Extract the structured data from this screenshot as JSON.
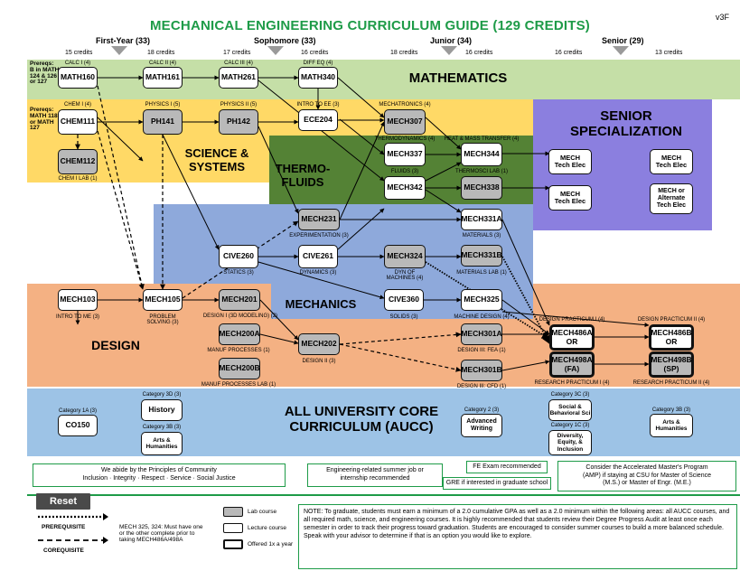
{
  "title": "MECHANICAL ENGINEERING CURRICULUM GUIDE (129 CREDITS)",
  "version": "v3F",
  "years": [
    {
      "label": "First-Year (33)"
    },
    {
      "label": "Sophomore (33)"
    },
    {
      "label": "Junior (34)"
    },
    {
      "label": "Senior (29)"
    }
  ],
  "semester_credits": [
    "15 credits",
    "18 credits",
    "17 credits",
    "16 credits",
    "18 credits",
    "16 credits",
    "16 credits",
    "13 credits"
  ],
  "areas": {
    "mathematics": "MATHEMATICS",
    "science": "SCIENCE &\nSYSTEMS",
    "thermo": "THERMO-\nFLUIDS",
    "mechanics": "MECHANICS",
    "design": "DESIGN",
    "senior": "SENIOR\nSPECIALIZATION",
    "aucc": "ALL UNIVERSITY CORE\nCURRICULUM (AUCC)"
  },
  "prereq_notes": {
    "math": "Prereqs:\nB in MATH\n124 & 126\nor 127",
    "chem": "Prereqs:\nMATH 118\nor MATH\n127"
  },
  "courses": {
    "math160": {
      "code": "MATH160",
      "caption": "CALC I (4)"
    },
    "math161": {
      "code": "MATH161",
      "caption": "CALC II (4)"
    },
    "math261": {
      "code": "MATH261",
      "caption": "CALC III (4)"
    },
    "math340": {
      "code": "MATH340",
      "caption": "DIFF EQ (4)"
    },
    "chem111": {
      "code": "CHEM111",
      "caption": "CHEM I (4)"
    },
    "chem112": {
      "code": "CHEM112",
      "caption": "CHEM I LAB (1)"
    },
    "ph141": {
      "code": "PH141",
      "caption": "PHYSICS I (5)"
    },
    "ph142": {
      "code": "PH142",
      "caption": "PHYSICS II (5)"
    },
    "ece204": {
      "code": "ECE204",
      "caption": "INTRO TO EE (3)"
    },
    "mech307": {
      "code": "MECH307",
      "caption": "MECHATRONICS (4)"
    },
    "mech337": {
      "code": "MECH337",
      "caption": "THERMODYNAMICS (4)"
    },
    "mech344": {
      "code": "MECH344",
      "caption": "HEAT & MASS TRANSFER (4)"
    },
    "mech342": {
      "code": "MECH342",
      "caption": "FLUIDS (3)"
    },
    "mech338": {
      "code": "MECH338",
      "caption": "THERMOSCI LAB (1)"
    },
    "mech231": {
      "code": "MECH231",
      "caption": "EXPERIMENTATION (3)"
    },
    "mech331a": {
      "code": "MECH331A",
      "caption": "MATERIALS (3)"
    },
    "mech331b": {
      "code": "MECH331B",
      "caption": "MATERIALS LAB (1)"
    },
    "cive260": {
      "code": "CIVE260",
      "caption": "STATICS (3)"
    },
    "cive261": {
      "code": "CIVE261",
      "caption": "DYNAMICS (3)"
    },
    "mech324": {
      "code": "MECH324",
      "caption": "DYN OF\nMACHINES (4)"
    },
    "mech103": {
      "code": "MECH103",
      "caption": "INTRO TO ME (3)"
    },
    "mech105": {
      "code": "MECH105",
      "caption": "PROBLEM\nSOLVING (3)"
    },
    "mech201": {
      "code": "MECH201",
      "caption": "DESIGN I (3D MODELING) (2)"
    },
    "mech200a": {
      "code": "MECH200A",
      "caption": "MANUF PROCESSES (1)"
    },
    "mech200b": {
      "code": "MECH200B",
      "caption": "MANUF PROCESSES LAB (1)"
    },
    "mech202": {
      "code": "MECH202",
      "caption": "DESIGN II (3)"
    },
    "cive360": {
      "code": "CIVE360",
      "caption": "SOLIDS (3)"
    },
    "mech325": {
      "code": "MECH325",
      "caption": "MACHINE DESIGN (4)"
    },
    "mech301a": {
      "code": "MECH301A",
      "caption": "DESIGN III: FEA (1)"
    },
    "mech301b": {
      "code": "MECH301B",
      "caption": "DESIGN III: CFD (1)"
    },
    "mech486a": {
      "code": "MECH486A\nOR",
      "caption": "DESIGN PRACTICUM I (4)"
    },
    "mech498a": {
      "code": "MECH498A\n(FA)",
      "caption": "RESEARCH PRACTICUM I (4)"
    },
    "mech486b": {
      "code": "MECH486B\nOR",
      "caption": "DESIGN PRACTICUM II (4)"
    },
    "mech498b": {
      "code": "MECH498B\n(SP)",
      "caption": "RESEARCH PRACTICUM II (4)"
    },
    "tech1": {
      "code": "MECH\nTech Elec"
    },
    "tech2": {
      "code": "MECH\nTech Elec"
    },
    "tech3": {
      "code": "MECH\nTech Elec"
    },
    "tech4": {
      "code": "MECH or\nAlternate\nTech Elec"
    },
    "co150": {
      "code": "CO150",
      "caption": "Category 1A (3)"
    },
    "history": {
      "code": "History",
      "caption": "Category 3D (3)"
    },
    "arts1": {
      "code": "Arts &\nHumanities",
      "caption": "Category 3B (3)"
    },
    "advwriting": {
      "code": "Advanced\nWriting",
      "caption": "Category 2 (3)"
    },
    "social": {
      "code": "Social &\nBehavioral Sci",
      "caption": "Category 3C (3)"
    },
    "diversity": {
      "code": "Diversity,\nEquity, &\nInclusion",
      "caption": "Category 1C (3)"
    },
    "arts2": {
      "code": "Arts &\nHumanities",
      "caption": "Category 3B (3)"
    }
  },
  "notes": {
    "principles": "We abide by the Principles of Community\nInclusion · Integrity · Respect · Service · Social Justice",
    "summer_job": "Engineering-related summer job or\ninternship recommended",
    "fe_exam": "FE Exam recommended",
    "gre": "GRE if interested in graduate school",
    "amp": "Consider the Accelerated Master's Program\n(AMP) if staying at CSU for Master of Science\n(M.S.) or Master of Engr. (M.E.)",
    "grad_note": "NOTE: To graduate, students must earn a minimum of a 2.0 cumulative GPA as well as a 2.0 minimum within the following areas: all AUCC courses, and all required math, science, and engineering courses. It is highly recommended that students review their Degree Progress Audit at least once each semester in order to track their progress toward graduation. Students are encouraged to consider summer courses to build a more balanced schedule.  Speak with your advisor to determine if that is an option you would like to explore."
  },
  "legend": {
    "reset": "Reset",
    "prerequisite": "PREREQUISITE",
    "corequisite": "COREQUISITE",
    "mech_note": "MECH 325, 324: Must have one\nor the other complete prior to\ntaking MECH486A/498A",
    "lab_course": "Lab course",
    "lecture_course": "Lecture course",
    "offered": "Offered 1x a year"
  }
}
